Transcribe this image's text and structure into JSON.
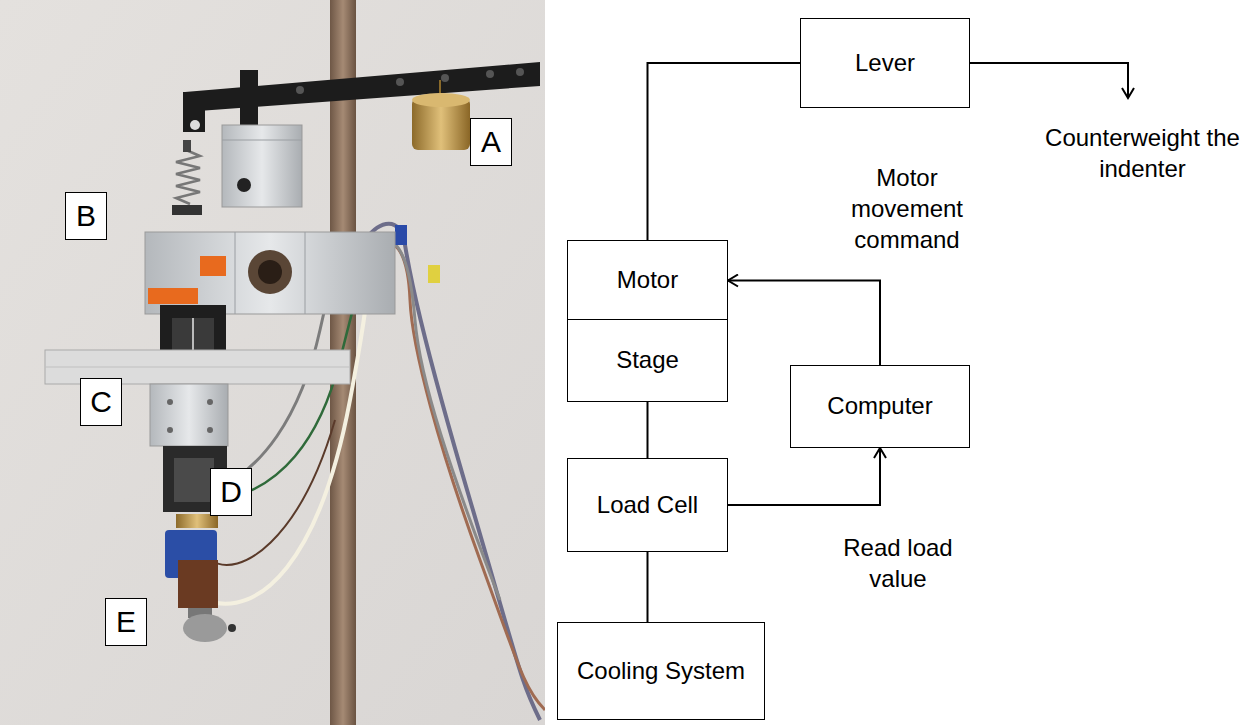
{
  "diagram": {
    "nodes": [
      {
        "text": [
          "A"
        ]
      },
      {
        "text": [
          "B"
        ]
      },
      {
        "text": [
          "C"
        ]
      },
      {
        "text": [
          "D"
        ]
      },
      {
        "text": [
          "E"
        ]
      },
      {
        "text": [
          "Lever"
        ]
      },
      {
        "text": [
          "Motor"
        ]
      },
      {
        "text": [
          "Stage"
        ]
      },
      {
        "text": [
          "Computer"
        ]
      },
      {
        "text": [
          "Load Cell"
        ]
      },
      {
        "text": [
          "Cooling System"
        ]
      }
    ],
    "edges": [
      {
        "from": 5,
        "to": 6,
        "arrow": "none"
      },
      {
        "from": 7,
        "to": 9,
        "arrow": "none"
      },
      {
        "from": 9,
        "to": 10,
        "arrow": "none"
      },
      {
        "from": 8,
        "to": 6,
        "arrow": "to",
        "label": "Motor movement command"
      },
      {
        "from": 9,
        "to": 8,
        "arrow": "to",
        "label": "Read load value"
      }
    ],
    "labels": [
      "Counterweight the indenter"
    ]
  }
}
